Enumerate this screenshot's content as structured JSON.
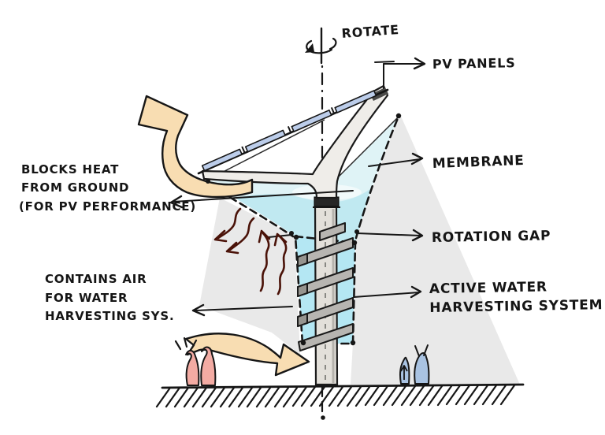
{
  "sketch": {
    "annotations": {
      "rotate": "ROTATE",
      "pv_panels": "PV PANELS",
      "membrane": "MEMBRANE",
      "rotation_gap": "ROTATION GAP",
      "active_water": {
        "line1": "ACTIVE WATER",
        "line2": "HARVESTING SYSTEM"
      },
      "blocks_heat": {
        "line1": "BLOCKS HEAT",
        "line2": "FROM GROUND",
        "line3": "(FOR PV PERFORMANCE)"
      },
      "contains_air": {
        "line1": "CONTAINS AIR",
        "line2": "FOR WATER",
        "line3": "HARVESTING SYS."
      }
    },
    "colors": {
      "paper": "#ffffff",
      "ink": "#161616",
      "shadow_gray": "#e9e9e9",
      "membrane_light": "#dff3f6",
      "membrane_deep": "#c0e9f1",
      "water_cyan": "#b4e7f3",
      "pv_blue": "#bccdea",
      "trunk_gray": "#efede9",
      "pole_gray": "#e3e0da",
      "metal_gray": "#b7b5b1",
      "metal_dark": "#96948f",
      "ribbon_tan": "#f8ddb2",
      "figure_pink": "#f3aba3",
      "figure_blue": "#a9c3e2",
      "heat_maroon": "#4a1208"
    }
  }
}
